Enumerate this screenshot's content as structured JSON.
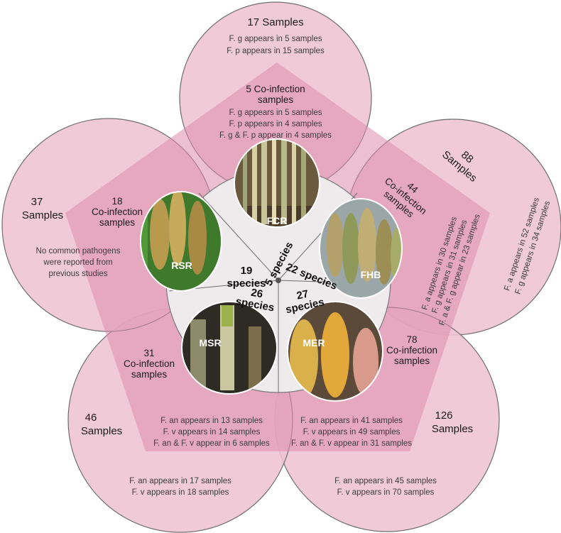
{
  "colors": {
    "circle_fill": "#efc3d2",
    "pentagon_fill": "#dc8cab",
    "center_fill": "#efebec",
    "line": "#6e6e6e"
  },
  "FCR": {
    "label": "FCR",
    "species": "5 species",
    "samples": "17 Samples",
    "notes": [
      "F. g appears in 5 samples",
      "F. p appears in 15 samples"
    ],
    "coinf_title": [
      "5 Co-infection",
      "samples"
    ],
    "coinf_notes": [
      "F. g appears in 5 samples",
      "F. p appears in 4 samples",
      "F. g & F. p appear in 4 samples"
    ]
  },
  "FHB": {
    "label": "FHB",
    "species": "22 species",
    "samples": [
      "88",
      "Samples"
    ],
    "notes": [
      "F. a appears in 52 samples",
      "F. g appears in 34 samples"
    ],
    "coinf_title": [
      "44",
      "Co-infection",
      "samples"
    ],
    "coinf_notes": [
      "F. a appears in 30 samples",
      "F. g appears in 31 samples",
      "F. a & F. g appear in 23 samples"
    ]
  },
  "MER": {
    "label": "MER",
    "species": [
      "27",
      "species"
    ],
    "samples": [
      "126",
      "Samples"
    ],
    "notes": [
      "F. an appears in 45 samples",
      "F. v appears in 70 samples"
    ],
    "coinf_title": [
      "78",
      "Co-infection",
      "samples"
    ],
    "coinf_notes": [
      "F. an appears in 41 samples",
      "F. v appears in 49 samples",
      "F. an & F. v appear in 31 samples"
    ]
  },
  "MSR": {
    "label": "MSR",
    "species": [
      "26",
      "species"
    ],
    "samples": [
      "46",
      "Samples"
    ],
    "notes": [
      "F. an appears in 17 samples",
      "F. v appears in 18 samples"
    ],
    "coinf_title": [
      "31",
      "Co-infection",
      "samples"
    ],
    "coinf_notes": [
      "F. an appears in 13 samples",
      "F. v appears in 14 samples",
      "F. an & F. v appear in 6 samples"
    ]
  },
  "RSR": {
    "label": "RSR",
    "species": [
      "19",
      "species"
    ],
    "samples": [
      "37",
      "Samples"
    ],
    "notes": [
      "No common pathogens",
      "were reported from",
      "previous studies"
    ],
    "coinf_title": [
      "18",
      "Co-infection",
      "samples"
    ]
  }
}
